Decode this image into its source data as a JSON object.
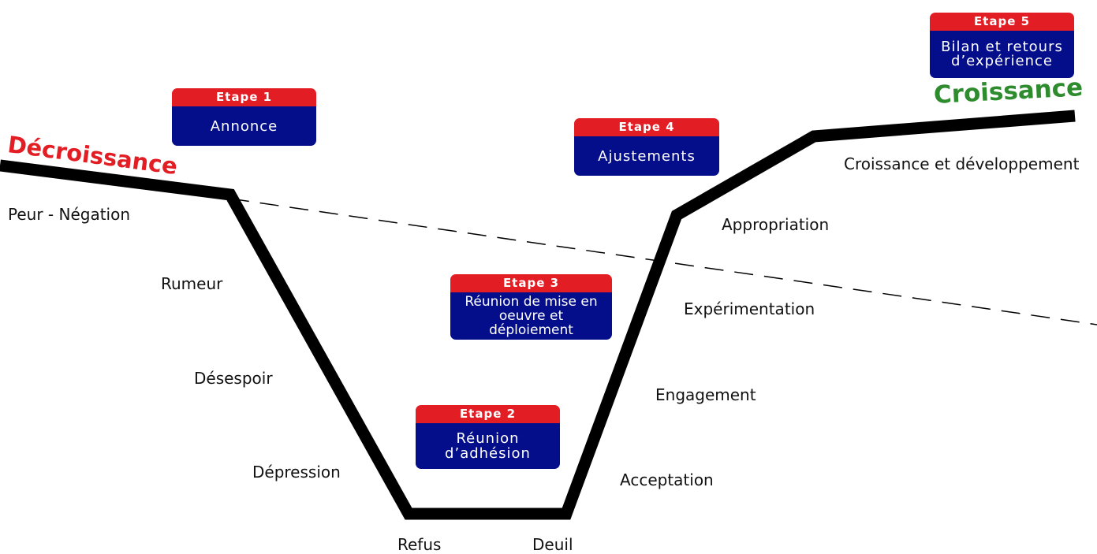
{
  "titles": {
    "left": "Décroissance",
    "right": "Croissance"
  },
  "stages": [
    {
      "header": "Etape 1",
      "body": "Annonce"
    },
    {
      "header": "Etape 2",
      "body": "Réunion d’adhésion"
    },
    {
      "header": "Etape 3",
      "body": "Réunion de mise en oeuvre et déploiement"
    },
    {
      "header": "Etape 4",
      "body": "Ajustements"
    },
    {
      "header": "Etape 5",
      "body": "Bilan et retours d’expérience"
    }
  ],
  "phases": [
    "Peur - Négation",
    "Rumeur",
    "Désespoir",
    "Dépression",
    "Refus",
    "Deuil",
    "Acceptation",
    "Engagement",
    "Expérimentation",
    "Appropriation",
    "Croissance et développement"
  ],
  "colors": {
    "stage_header": "#e21d24",
    "stage_body": "#050e8a",
    "title_left": "#e21d24",
    "title_right": "#2e8b2e",
    "curve": "#000000"
  }
}
